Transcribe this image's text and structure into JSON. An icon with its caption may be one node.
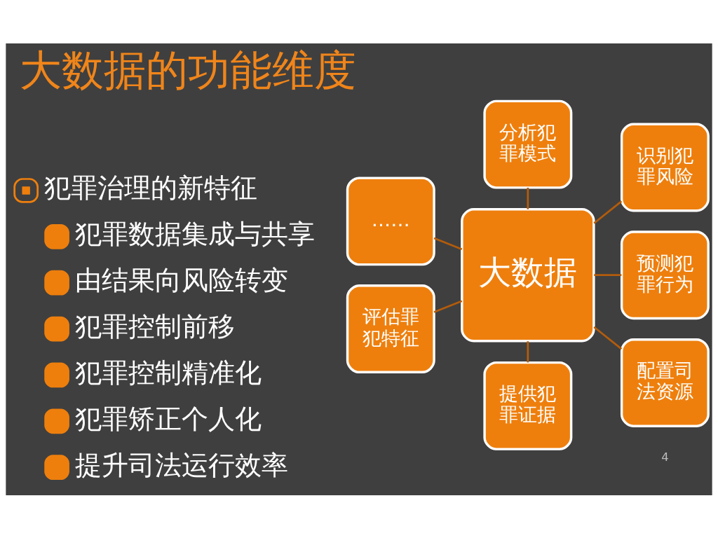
{
  "diagram": {
    "title": "大数据的功能维度",
    "nodes": [
      {
        "text": [
          "分析犯罪模式"
        ]
      },
      {
        "text": [
          "……"
        ]
      },
      {
        "text": [
          "识别犯罪风险"
        ]
      },
      {
        "text": [
          "大数据"
        ]
      },
      {
        "text": [
          "评估罪犯特征"
        ]
      },
      {
        "text": [
          "预测犯罪行为"
        ]
      },
      {
        "text": [
          "提供犯罪证据"
        ]
      },
      {
        "text": [
          "配置司法资源"
        ]
      }
    ],
    "edges": [
      {
        "from": 3,
        "to": 0,
        "arrow": "none"
      },
      {
        "from": 3,
        "to": 1,
        "arrow": "none"
      },
      {
        "from": 3,
        "to": 2,
        "arrow": "none"
      },
      {
        "from": 3,
        "to": 4,
        "arrow": "none"
      },
      {
        "from": 3,
        "to": 5,
        "arrow": "none"
      },
      {
        "from": 3,
        "to": 6,
        "arrow": "none"
      },
      {
        "from": 3,
        "to": 7,
        "arrow": "none"
      }
    ],
    "labels": [
      "犯罪治理的新特征",
      "犯罪数据集成与共享",
      "由结果向风险转变",
      "犯罪控制前移",
      "犯罪控制精准化",
      "犯罪矫正个人化",
      "提升司法运行效率",
      "4"
    ]
  }
}
